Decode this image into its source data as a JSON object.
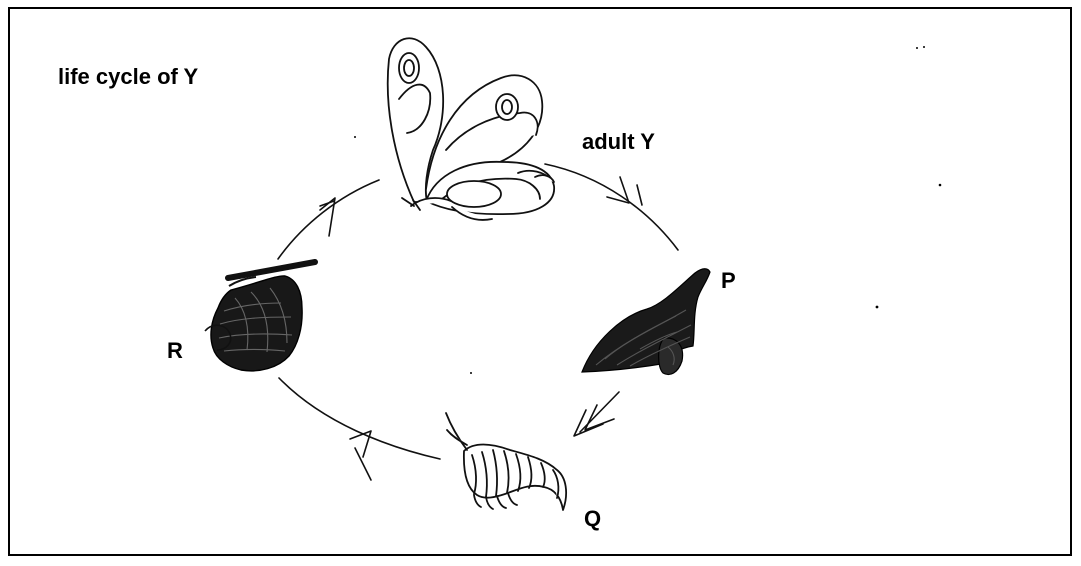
{
  "diagram": {
    "title": "life cycle of Y",
    "stages": {
      "adult": "adult Y",
      "p": "P",
      "q": "Q",
      "r": "R"
    }
  }
}
